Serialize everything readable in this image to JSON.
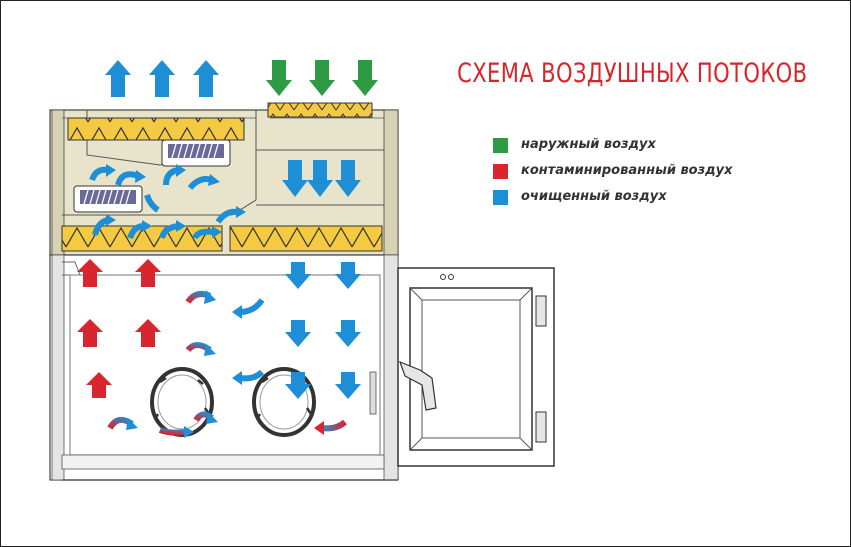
{
  "title": "СХЕМА ВОЗДУШНЫХ ПОТОКОВ",
  "legend": [
    {
      "label": "наружный воздух",
      "color": "#2e9a44"
    },
    {
      "label": "контаминированный воздух",
      "color": "#d9252d"
    },
    {
      "label": "очищенный воздух",
      "color": "#1e8fd6"
    }
  ],
  "colors": {
    "title": "#d6252b",
    "outside_air": "#2e9a44",
    "contaminated_air": "#d9252d",
    "clean_air": "#1e8fd6",
    "filter": "#f2c94c",
    "housing": "#e8e4cc"
  }
}
